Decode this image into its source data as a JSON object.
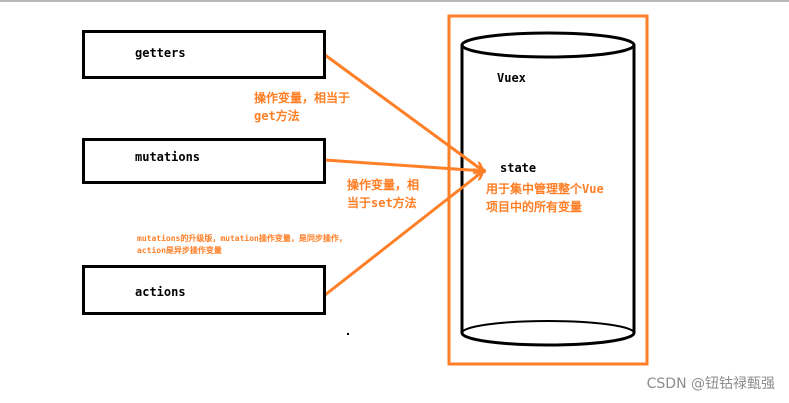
{
  "boxes": {
    "getters": "getters",
    "mutations": "mutations",
    "actions": "actions"
  },
  "store": {
    "title": "Vuex",
    "state_label": "state",
    "state_desc_line1": "用于集中管理整个Vue",
    "state_desc_line2": "项目中的所有变量"
  },
  "annotations": {
    "getters_line1": "操作变量，相当于",
    "getters_line2": "get方法",
    "mutations_line1": "操作变量，相",
    "mutations_line2": "当于set方法",
    "actions_line1": "mutations的升级版，mutation操作变量，是同步操作，",
    "actions_line2": "action是异步操作变量"
  },
  "watermark": "CSDN @钮钴禄甄强",
  "colors": {
    "accent": "#ff7f27",
    "stroke": "#000000"
  }
}
